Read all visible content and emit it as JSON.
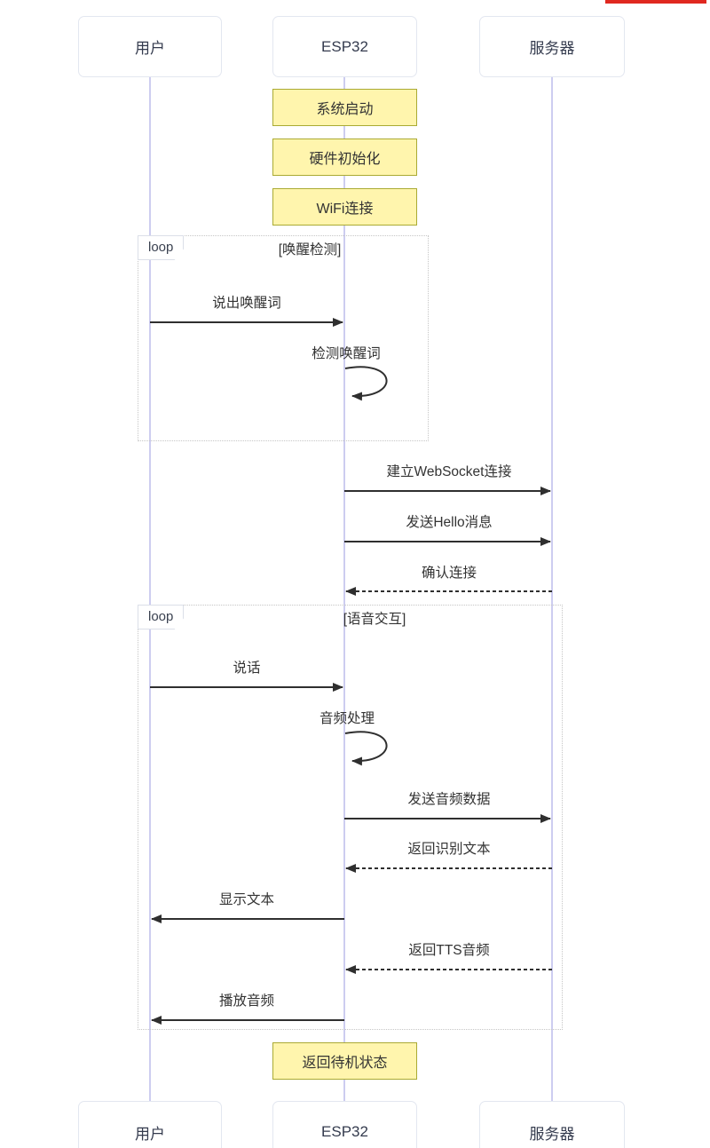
{
  "diagram": {
    "title": "ESP32 voice-assistant sequence diagram",
    "participants": [
      {
        "id": "user",
        "label": "用户"
      },
      {
        "id": "esp32",
        "label": "ESP32"
      },
      {
        "id": "server",
        "label": "服务器"
      }
    ],
    "notes": [
      {
        "over": "ESP32",
        "label": "系统启动"
      },
      {
        "over": "ESP32",
        "label": "硬件初始化"
      },
      {
        "over": "ESP32",
        "label": "WiFi连接"
      },
      {
        "over": "ESP32",
        "label": "返回待机状态"
      }
    ],
    "loops": [
      {
        "keyword": "loop",
        "condition": "[唤醒检测]"
      },
      {
        "keyword": "loop",
        "condition": "[语音交互]"
      }
    ],
    "messages": [
      {
        "from": "用户",
        "to": "ESP32",
        "label": "说出唤醒词",
        "line": "solid"
      },
      {
        "from": "ESP32",
        "to": "ESP32",
        "label": "检测唤醒词",
        "line": "self"
      },
      {
        "from": "ESP32",
        "to": "服务器",
        "label": "建立WebSocket连接",
        "line": "solid"
      },
      {
        "from": "ESP32",
        "to": "服务器",
        "label": "发送Hello消息",
        "line": "solid"
      },
      {
        "from": "服务器",
        "to": "ESP32",
        "label": "确认连接",
        "line": "dashed"
      },
      {
        "from": "用户",
        "to": "ESP32",
        "label": "说话",
        "line": "solid"
      },
      {
        "from": "ESP32",
        "to": "ESP32",
        "label": "音频处理",
        "line": "self"
      },
      {
        "from": "ESP32",
        "to": "服务器",
        "label": "发送音频数据",
        "line": "solid"
      },
      {
        "from": "服务器",
        "to": "ESP32",
        "label": "返回识别文本",
        "line": "dashed"
      },
      {
        "from": "ESP32",
        "to": "用户",
        "label": "显示文本",
        "line": "solid"
      },
      {
        "from": "服务器",
        "to": "ESP32",
        "label": "返回TTS音频",
        "line": "dashed"
      },
      {
        "from": "ESP32",
        "to": "用户",
        "label": "播放音频",
        "line": "solid"
      }
    ],
    "colors": {
      "note_fill": "#fff5ad",
      "note_border": "#aaaa33",
      "lifeline": "#cdcdf0",
      "arrow": "#2f2f2f",
      "text": "#333333",
      "red_bar": "#e02820"
    }
  }
}
